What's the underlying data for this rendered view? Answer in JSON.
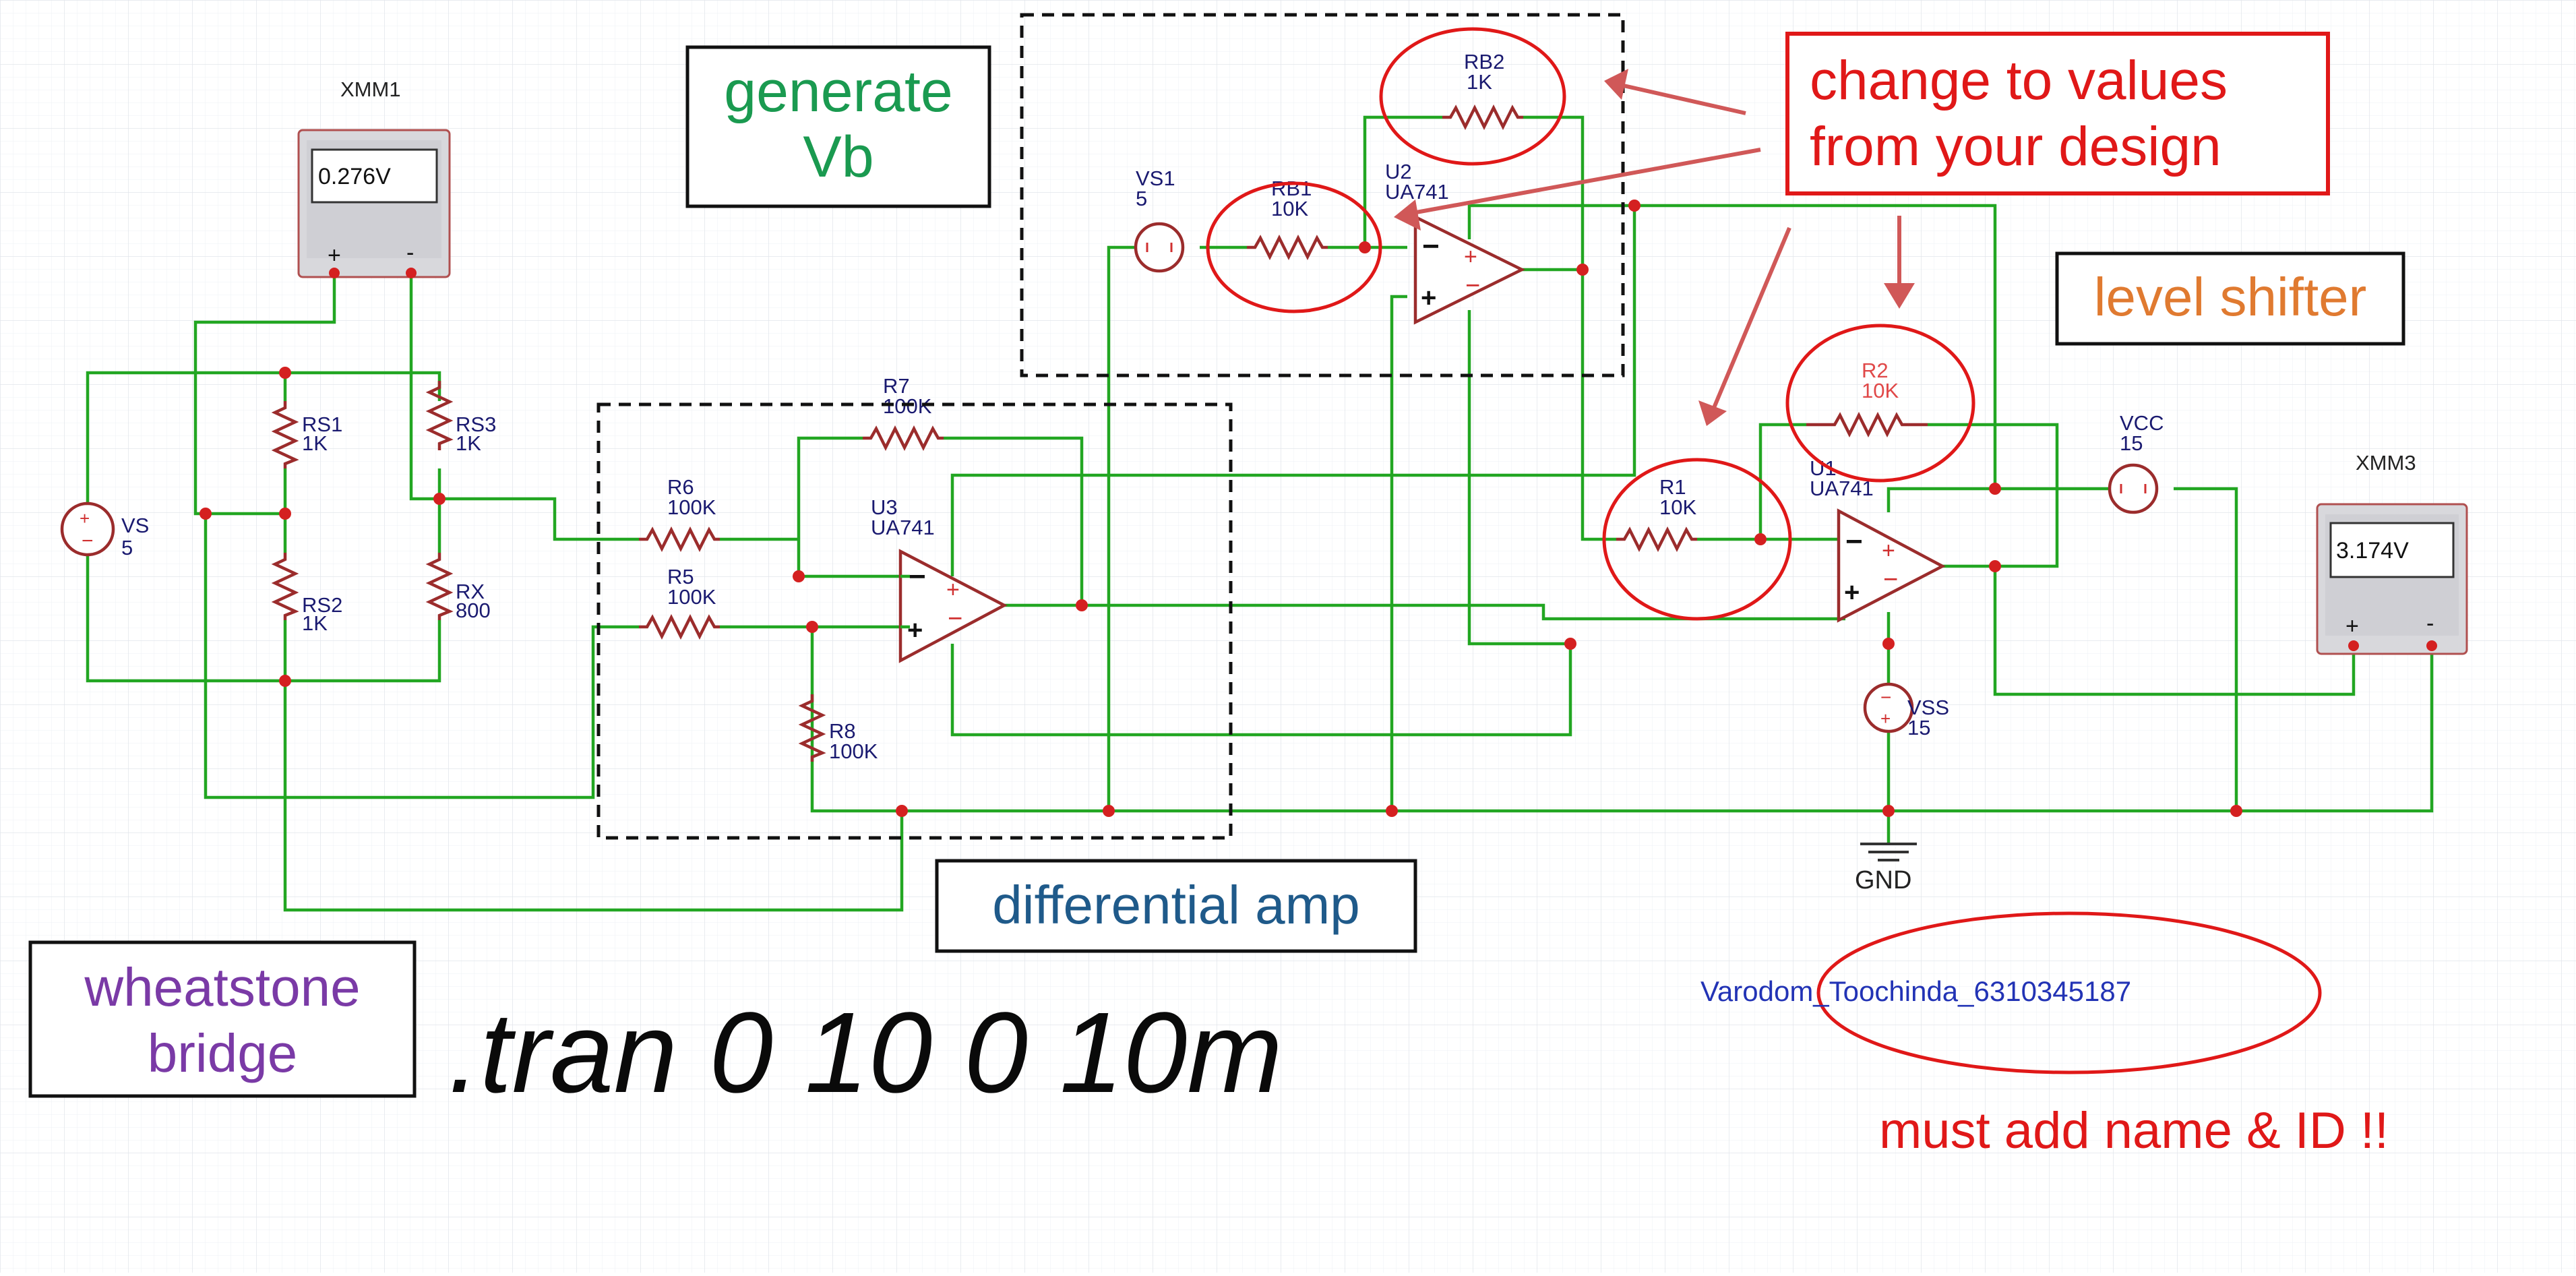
{
  "annotations": {
    "generate_vb": [
      "generate",
      "Vb"
    ],
    "level_shifter": "level shifter",
    "differential_amp": "differential amp",
    "wheatstone_bridge": [
      "wheatstone",
      "bridge"
    ],
    "tran_command": ".tran 0 10 0 10m",
    "change_values": [
      "change to values",
      "from your design"
    ],
    "student_name_id": "Varodom_Toochinda_6310345187",
    "must_add": "must add name & ID !!"
  },
  "meters": {
    "xmm1": {
      "name": "XMM1",
      "reading": "0.276V"
    },
    "xmm3": {
      "name": "XMM3",
      "reading": "3.174V"
    }
  },
  "terminals": {
    "plus": "+",
    "minus": "-"
  },
  "components": {
    "vs": {
      "name": "VS",
      "value": "5"
    },
    "vs1": {
      "name": "VS1",
      "value": "5"
    },
    "vcc": {
      "name": "VCC",
      "value": "15"
    },
    "vss": {
      "name": "VSS",
      "value": "15"
    },
    "rs1": {
      "name": "RS1",
      "value": "1K"
    },
    "rs2": {
      "name": "RS2",
      "value": "1K"
    },
    "rs3": {
      "name": "RS3",
      "value": "1K"
    },
    "rx": {
      "name": "RX",
      "value": "800"
    },
    "r5": {
      "name": "R5",
      "value": "100K"
    },
    "r6": {
      "name": "R6",
      "value": "100K"
    },
    "r7": {
      "name": "R7",
      "value": "100K"
    },
    "r8": {
      "name": "R8",
      "value": "100K"
    },
    "rb1": {
      "name": "RB1",
      "value": "10K"
    },
    "rb2": {
      "name": "RB2",
      "value": "1K"
    },
    "r1": {
      "name": "R1",
      "value": "10K"
    },
    "r2": {
      "name": "R2",
      "value": "10K"
    },
    "u1": {
      "name": "U1",
      "model": "UA741"
    },
    "u2": {
      "name": "U2",
      "model": "UA741"
    },
    "u3": {
      "name": "U3",
      "model": "UA741"
    },
    "gnd": "GND"
  },
  "colors": {
    "wire": "#22a622",
    "component": "#9b2c2c",
    "node": "#d42020",
    "highlight": "#e01818",
    "generate_vb_text": "#1a9a50",
    "level_shifter_text": "#e07a30",
    "differential_amp_text": "#1f5a8a",
    "wheatstone_text": "#7a3aa6"
  }
}
